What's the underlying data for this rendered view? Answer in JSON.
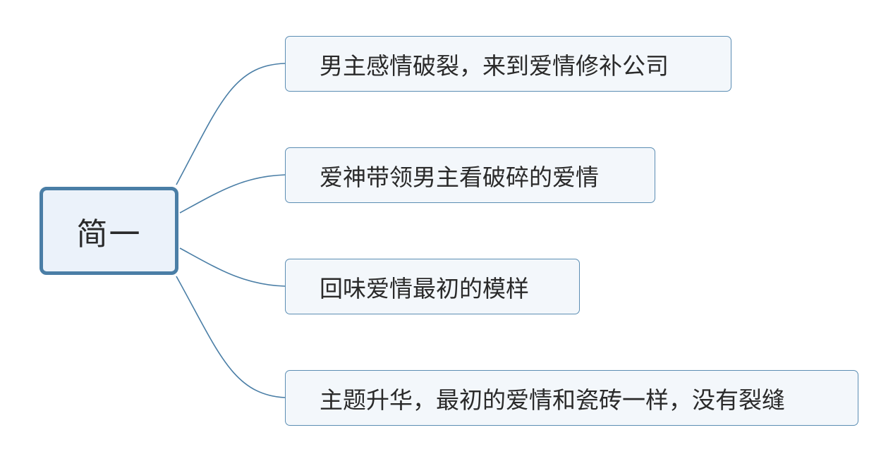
{
  "root": {
    "label": "简一"
  },
  "branches": [
    {
      "label": "男主感情破裂，来到爱情修补公司"
    },
    {
      "label": "爱神带领男主看破碎的爱情"
    },
    {
      "label": "回味爱情最初的模样"
    },
    {
      "label": "主题升华，最初的爱情和瓷砖一样，没有裂缝"
    }
  ],
  "colors": {
    "connector": "#4a7ea6",
    "root_border": "#4a7ea6",
    "root_fill": "#ebf2fa",
    "branch_border": "#5b8db3",
    "branch_fill": "#f3f7fb"
  }
}
